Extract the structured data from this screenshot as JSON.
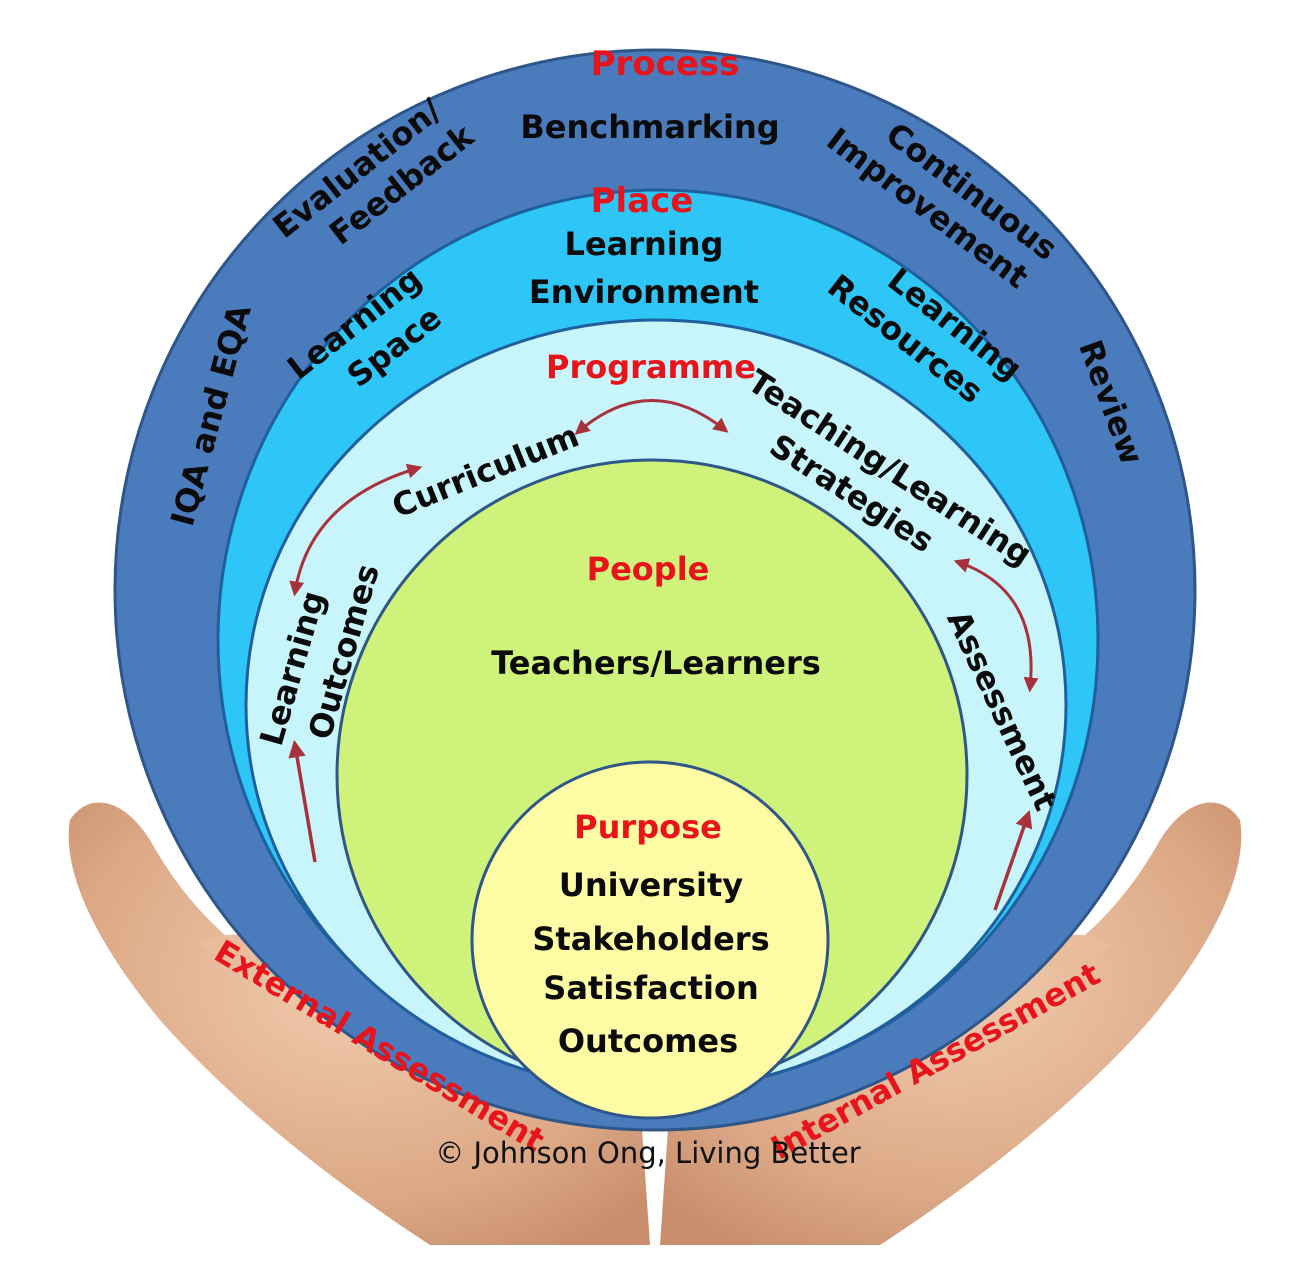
{
  "layers": {
    "process": {
      "title": "Process",
      "benchmarking": "Benchmarking",
      "evaluation_l1": "Evaluation/",
      "evaluation_l2": "Feedback",
      "continuous_l1": "Continuous",
      "continuous_l2": "Improvement",
      "iqa": "IQA and EQA",
      "review": "Review"
    },
    "place": {
      "title": "Place",
      "env_l1": "Learning",
      "env_l2": "Environment",
      "space_l1": "Learning",
      "space_l2": "Space",
      "resources_l1": "Learning",
      "resources_l2": "Resources"
    },
    "programme": {
      "title": "Programme",
      "curriculum": "Curriculum",
      "teaching_l1": "Teaching/Learning",
      "teaching_l2": "Strategies",
      "outcomes_l1": "Learning",
      "outcomes_l2": "Outcomes",
      "assessment": "Assessment"
    },
    "people": {
      "title": "People",
      "members": "Teachers/Learners"
    },
    "purpose": {
      "title": "Purpose",
      "line1": "University",
      "line2": "Stakeholders",
      "line3": "Satisfaction",
      "line4": "Outcomes"
    }
  },
  "hands": {
    "left": "External Assessment",
    "right": "Internal Assessment"
  },
  "copyright": "© Johnson Ong, Living Better",
  "colors": {
    "process": "#4a7bbd",
    "place": "#2ec6f7",
    "programme": "#c8f4fb",
    "people": "#cff27a",
    "purpose": "#fdfba3",
    "title_red": "#e8141b",
    "arrow": "#a8323b",
    "hand": "#e3b592"
  }
}
